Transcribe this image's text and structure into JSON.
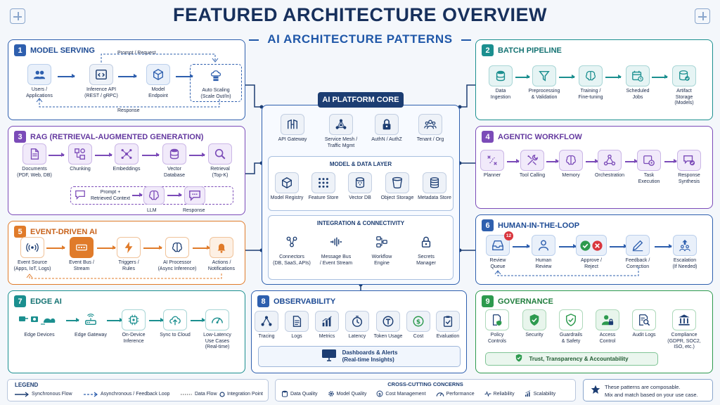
{
  "header": {
    "title": "FEATURED ARCHITECTURE OVERVIEW",
    "subtitle": "AI ARCHITECTURE PATTERNS"
  },
  "panels": {
    "model_serving": {
      "number": "1",
      "title": "MODEL SERVING",
      "prompt_label": "Prompt / Request",
      "response_label": "Response",
      "nodes": [
        "Users /\nApplications",
        "Inference API\n(REST / gRPC)",
        "Model\nEndpoint",
        "Auto Scaling\n(Scale Out/In)"
      ]
    },
    "batch_pipeline": {
      "number": "2",
      "title": "BATCH PIPELINE",
      "nodes": [
        "Data\nIngestion",
        "Preprocessing\n& Validation",
        "Training /\nFine-tuning",
        "Scheduled\nJobs",
        "Artifact\nStorage\n(Models)"
      ]
    },
    "rag": {
      "number": "3",
      "title": "RAG (RETRIEVAL-AUGMENTED GENERATION)",
      "nodes": [
        "Documents\n(PDF, Web, DB)",
        "Chunking",
        "Embeddings",
        "Vector\nDatabase",
        "Retrieval\n(Top-K)"
      ],
      "bottom": [
        "Prompt +\nRetrieved Context",
        "LLM",
        "Response"
      ]
    },
    "agentic": {
      "number": "4",
      "title": "AGENTIC WORKFLOW",
      "nodes": [
        "Planner",
        "Tool Calling",
        "Memory",
        "Orchestration",
        "Task\nExecution",
        "Response\nSynthesis"
      ]
    },
    "event_driven": {
      "number": "5",
      "title": "EVENT-DRIVEN AI",
      "nodes": [
        "Event Source\n(Apps, IoT, Logs)",
        "Event Bus /\nStream",
        "Triggers /\nRules",
        "AI Processor\n(Async Inference)",
        "Actions /\nNotifications"
      ]
    },
    "hitl": {
      "number": "6",
      "title": "HUMAN-IN-THE-LOOP",
      "badge": "12",
      "nodes": [
        "Review\nQueue",
        "Human\nReview",
        "Approve /\nReject",
        "Feedback /\nCorrection",
        "Escalation\n(If Needed)"
      ]
    },
    "edge": {
      "number": "7",
      "title": "EDGE AI",
      "nodes": [
        "Edge Devices",
        "Edge Gateway",
        "On-Device\nInference",
        "Sync to Cloud",
        "Low-Latency\nUse Cases\n(Real-time)"
      ]
    },
    "observability": {
      "number": "8",
      "title": "OBSERVABILITY",
      "nodes": [
        "Tracing",
        "Logs",
        "Metrics",
        "Latency",
        "Token Usage",
        "Cost",
        "Evaluation"
      ],
      "dashboard": "Dashboards & Alerts\n(Real-time Insights)"
    },
    "governance": {
      "number": "9",
      "title": "GOVERNANCE",
      "nodes": [
        "Policy\nControls",
        "Security",
        "Guardrails\n& Safety",
        "Access\nControl",
        "Audit Logs",
        "Compliance\n(GDPR, SOC2,\nISO, etc.)"
      ],
      "trust": "Trust, Transparency & Accountability"
    }
  },
  "core": {
    "title": "AI PLATFORM CORE",
    "top": [
      "API Gateway",
      "Service Mesh /\nTraffic Mgmt",
      "AuthN / AuthZ",
      "Tenant / Org"
    ],
    "layer_title": "MODEL & DATA LAYER",
    "layer": [
      "Model Registry",
      "Feature Store",
      "Vector DB",
      "Object Storage",
      "Metadata Store"
    ],
    "integration_title": "INTEGRATION & CONNECTIVITY",
    "integration": [
      "Connectors\n(DB, SaaS, APIs)",
      "Message Bus\n/ Event Stream",
      "Workflow\nEngine",
      "Secrets\nManager"
    ]
  },
  "legend": {
    "title": "LEGEND",
    "items": [
      "Synchronous Flow",
      "Asynchronous / Feedback Loop",
      "Data Flow",
      "Integration Point"
    ]
  },
  "cross_cutting": {
    "title": "CROSS-CUTTING CONCERNS",
    "items": [
      "Data Quality",
      "Model Quality",
      "Cost Management",
      "Performance",
      "Reliability",
      "Scalability"
    ]
  },
  "note": {
    "line1": "These patterns are composable.",
    "line2": "Mix and match based on your use case."
  },
  "colors": {
    "blue": "#2e5fae",
    "teal": "#1b8f8f",
    "purple": "#7b4bb8",
    "orange": "#e07b2a",
    "green": "#2d9a4e",
    "navy": "#1c3d72"
  }
}
